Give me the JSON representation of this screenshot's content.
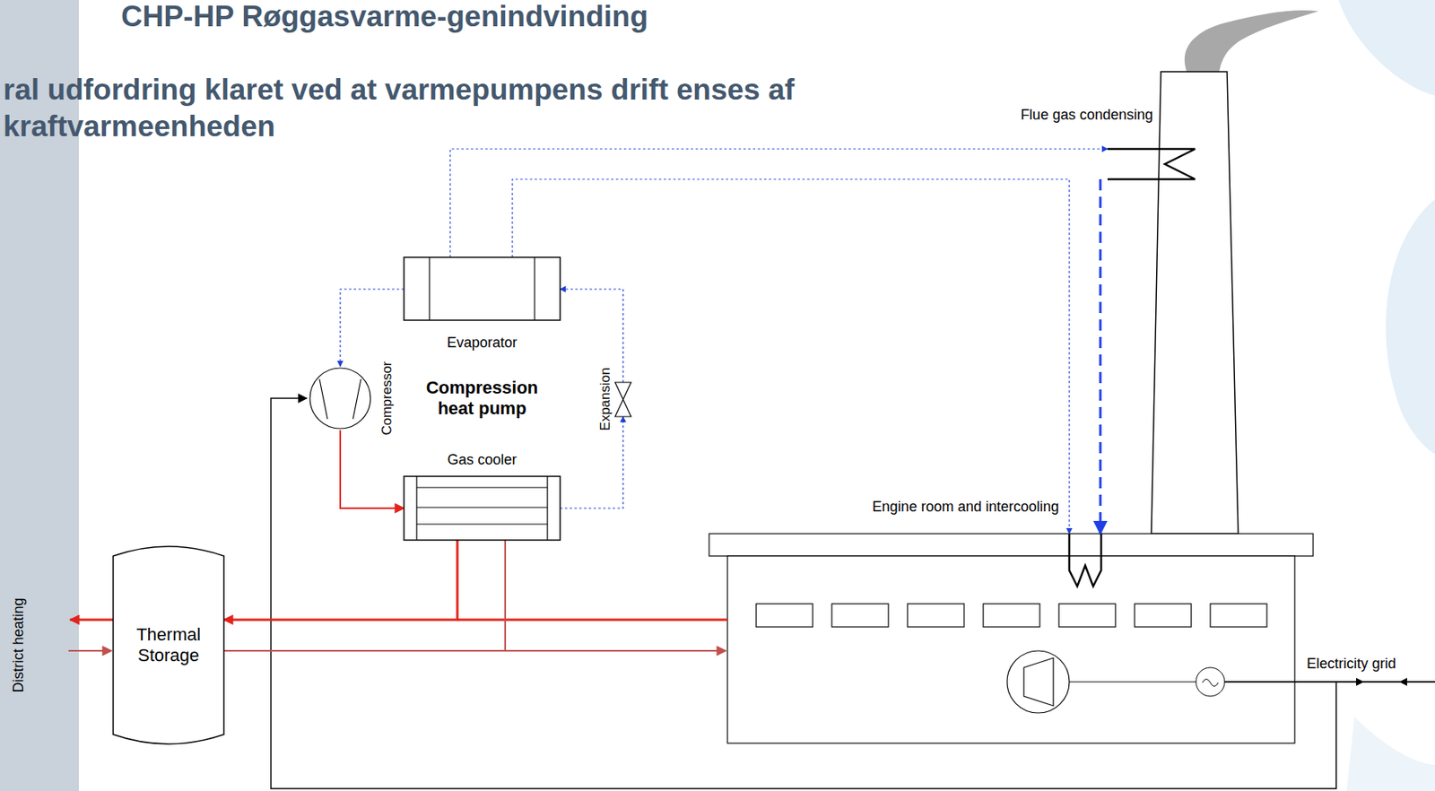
{
  "diagram": {
    "title": "CHP-HP Røggasvarme-genindvinding",
    "nodes": [
      {
        "text": [
          "Flue gas condensing"
        ]
      },
      {
        "text": [
          "Evaporator"
        ]
      },
      {
        "text": [
          "Compressor"
        ]
      },
      {
        "text": [
          "Expansion"
        ]
      },
      {
        "text": [
          "Gas cooler"
        ]
      },
      {
        "text": [
          "Engine room and intercooling"
        ]
      },
      {
        "text": [
          "Thermal Storage"
        ]
      }
    ],
    "edges": [
      {
        "from": 1,
        "to": 0,
        "arrow": "to"
      },
      {
        "from": 1,
        "to": 5,
        "arrow": "to"
      },
      {
        "from": 0,
        "to": 5,
        "arrow": "to"
      },
      {
        "from": 1,
        "to": 2,
        "arrow": "to"
      },
      {
        "from": 2,
        "to": 4,
        "arrow": "to"
      },
      {
        "from": 4,
        "to": 3,
        "arrow": "to"
      },
      {
        "from": 3,
        "to": 1,
        "arrow": "to"
      },
      {
        "from": 4,
        "to": 6,
        "arrow": "to"
      },
      {
        "from": 6,
        "to": 4,
        "arrow": "none"
      }
    ],
    "labels": [
      "ral udfordring klaret ved at varmepumpens drift enses af kraftvarmeenheden",
      "Compression heat pump",
      "District heating",
      "Electricity grid"
    ]
  }
}
